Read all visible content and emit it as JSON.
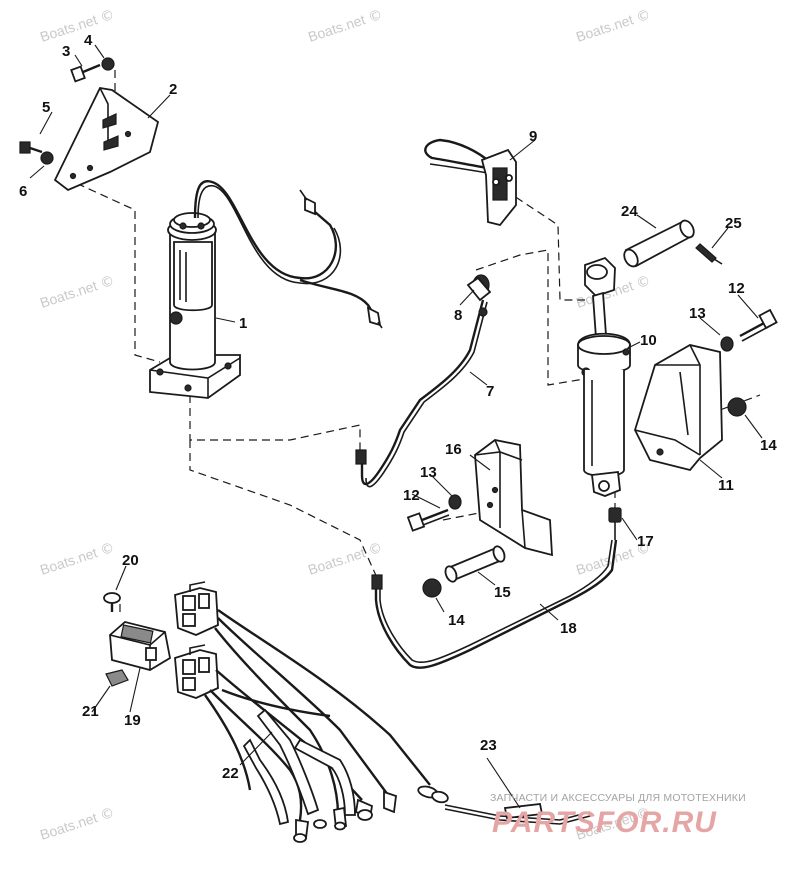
{
  "watermarks": [
    {
      "text": "Boats.net",
      "symbol": "©"
    },
    {
      "text": "Boats.net",
      "symbol": "©"
    },
    {
      "text": "Boats.net",
      "symbol": "©"
    },
    {
      "text": "Boats.net",
      "symbol": "©"
    },
    {
      "text": "Boats.net",
      "symbol": "©"
    },
    {
      "text": "Boats.net",
      "symbol": "©"
    },
    {
      "text": "Boats.net",
      "symbol": "©"
    },
    {
      "text": "Boats.net",
      "symbol": "©"
    },
    {
      "text": "Boats.net",
      "symbol": "©"
    },
    {
      "text": "Boats.net",
      "symbol": "©"
    }
  ],
  "callouts": {
    "c1": "1",
    "c2": "2",
    "c3": "3",
    "c4": "4",
    "c5": "5",
    "c6": "6",
    "c7": "7",
    "c8": "8",
    "c9": "9",
    "c10": "10",
    "c11": "11",
    "c12a": "12",
    "c12b": "12",
    "c13a": "13",
    "c13b": "13",
    "c14a": "14",
    "c14b": "14",
    "c15": "15",
    "c16": "16",
    "c17": "17",
    "c18": "18",
    "c19": "19",
    "c20": "20",
    "c21": "21",
    "c22": "22",
    "c23": "23",
    "c24": "24",
    "c25": "25"
  },
  "brand": {
    "tagline": "ЗАПЧАСТИ И АКСЕССУАРЫ ДЛЯ МОТОТЕХНИКИ",
    "name": "PARTSFOR.RU"
  }
}
